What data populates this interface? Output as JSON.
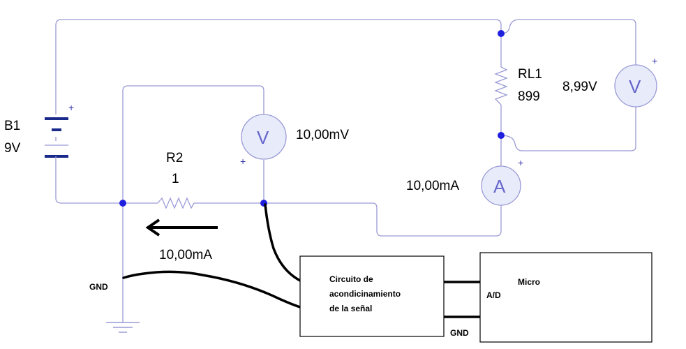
{
  "battery": {
    "name": "B1",
    "value": "9V"
  },
  "r2": {
    "name": "R2",
    "value": "1"
  },
  "rl1": {
    "name": "RL1",
    "value": "899"
  },
  "voltmeter_r2": {
    "reading": "10,00mV",
    "glyph": "V"
  },
  "voltmeter_rl1": {
    "reading": "8,99V",
    "glyph": "V"
  },
  "ammeter": {
    "reading": "10,00mA",
    "glyph": "A"
  },
  "current_arrow": {
    "reading": "10,00mA"
  },
  "plus_sign": "+",
  "ground_label": "GND",
  "conditioning_box": {
    "line1": "Circuito de",
    "line2": "acondicinamiento",
    "line3": "de la señal"
  },
  "micro_box": {
    "title": "Micro",
    "input_label": "A/D",
    "ground_label": "GND"
  },
  "colors": {
    "wire": "#9a9ad6",
    "node": "#1f1fe0",
    "meter_fill": "#e8ecfa"
  }
}
